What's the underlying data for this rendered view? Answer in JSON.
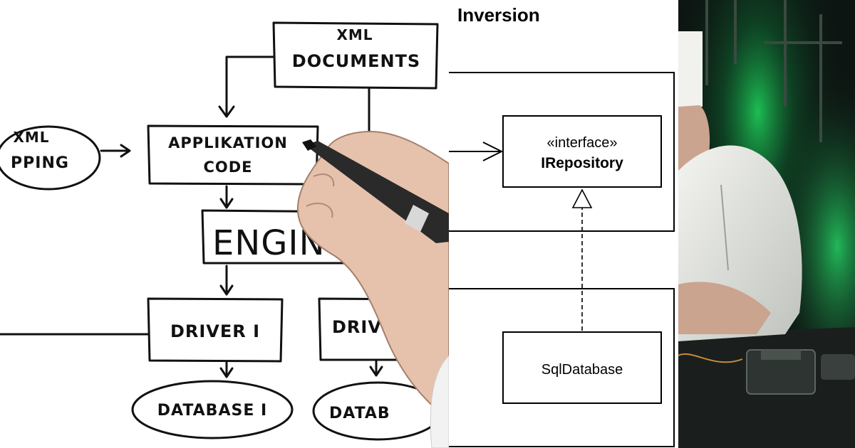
{
  "left_panel": {
    "xml_documents": [
      "XML",
      "DOCUMENTS"
    ],
    "xml_mapping": [
      "XML",
      "PPING"
    ],
    "application_code": [
      "APPLIKATION",
      "CODE"
    ],
    "engine": "ENGIN",
    "driver_1": "DRIVER I",
    "driver_2": "DRIVE",
    "database_1": "DATABASE I",
    "database_2": "DATAB"
  },
  "middle_panel": {
    "title": "Inversion",
    "interface_stereotype": "«interface»",
    "interface_name": "IRepository",
    "implementation_name": "SqlDatabase"
  },
  "colors": {
    "ink": "#111111",
    "chef_jacket": "#e6e6e2",
    "green_glow": "#1fd15a",
    "lab_background": "#0d1512"
  },
  "icons": {
    "hand": "hand-with-marker-icon",
    "chef": "chef-figure-icon"
  }
}
